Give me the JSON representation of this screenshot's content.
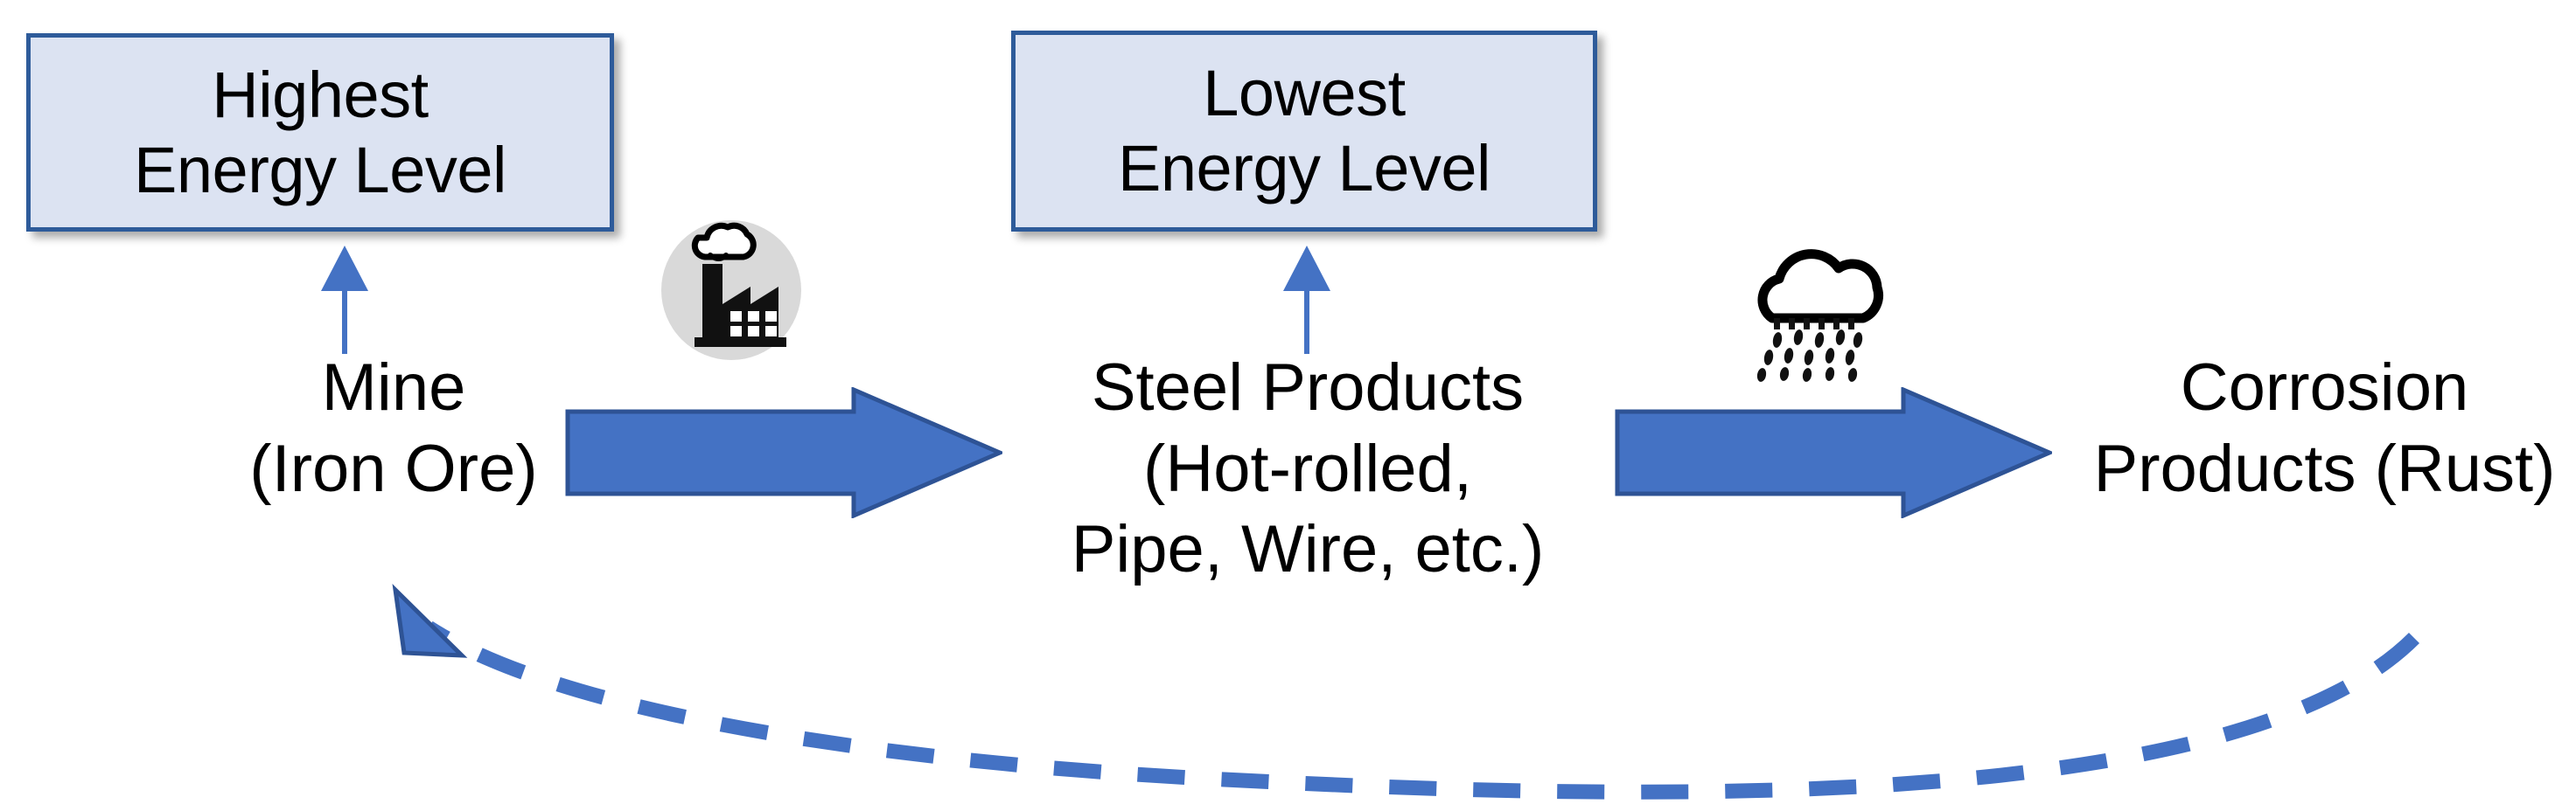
{
  "diagram": {
    "title": "Energy level cycle of steel: mine to steel products to corrosion products",
    "accent_blue": "#4472C4",
    "accent_blue_dark": "#2E5B9A",
    "box_fill": "#DCE3F2",
    "icon_circle_fill": "#D9D9D9"
  },
  "boxes": [
    {
      "name": "highest-energy-level",
      "line1": "Highest",
      "line2": "Energy Level"
    },
    {
      "name": "lowest-energy-level",
      "line1": "Lowest",
      "line2": "Energy Level"
    }
  ],
  "stages": [
    {
      "name": "mine",
      "line1": "Mine",
      "line2": "(Iron Ore)",
      "line3": ""
    },
    {
      "name": "steel-products",
      "line1": "Steel Products",
      "line2": "(Hot-rolled,",
      "line3": "Pipe, Wire, etc.)"
    },
    {
      "name": "corrosion-products",
      "line1": "Corrosion",
      "line2": "Products (Rust)",
      "line3": ""
    }
  ],
  "process_icons": [
    {
      "name": "factory-icon",
      "meaning": "steelmaking / manufacturing"
    },
    {
      "name": "rain-cloud-icon",
      "meaning": "weathering / moisture exposure"
    }
  ],
  "connectors": [
    {
      "name": "arrow-mine-to-steel",
      "style": "block-arrow",
      "direction": "right"
    },
    {
      "name": "arrow-steel-to-corrosion",
      "style": "block-arrow",
      "direction": "right"
    },
    {
      "name": "arrow-mine-to-highest-energy",
      "style": "thin-arrow",
      "direction": "up"
    },
    {
      "name": "arrow-steel-to-lowest-energy",
      "style": "thin-arrow",
      "direction": "up"
    },
    {
      "name": "recycle-return-curve",
      "style": "dashed-curve",
      "direction": "right-to-left"
    }
  ]
}
